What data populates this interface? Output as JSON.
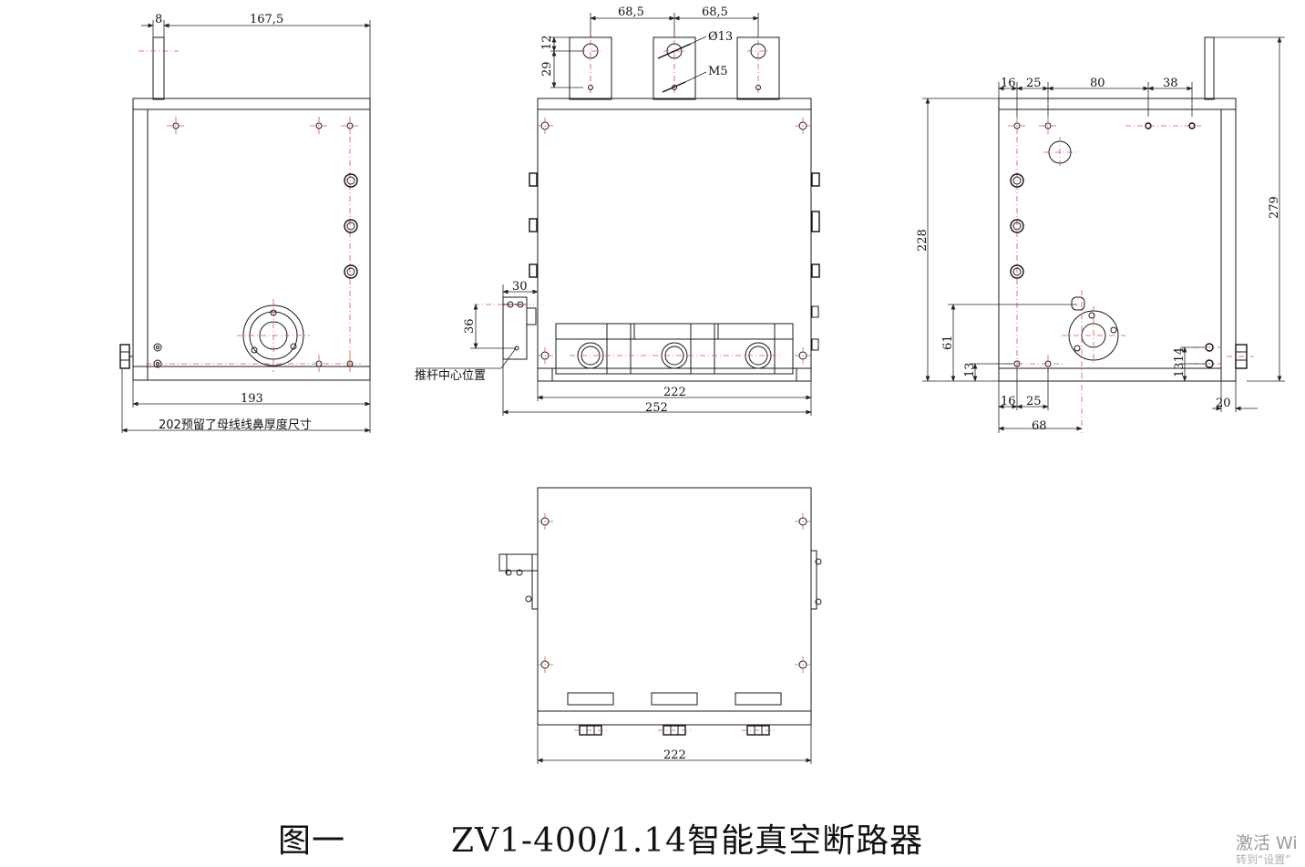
{
  "caption": {
    "figure_label": "图一",
    "title": "ZV1-400/1.14智能真空断路器"
  },
  "watermark": {
    "line1": "激活 Wi",
    "line2": "转到“设置”"
  },
  "colors": {
    "line": "#1a1a1a",
    "centerline": "#e05050",
    "background": "#ffffff"
  },
  "left_view": {
    "dim_8": "8",
    "dim_167_5": "167,5",
    "dim_193": "193",
    "dim_202_note": "202预留了母线线鼻厚度尺寸"
  },
  "front_view": {
    "dim_68_5_a": "68,5",
    "dim_68_5_b": "68,5",
    "dim_d13": "Ø13",
    "dim_m5": "M5",
    "dim_12": "12",
    "dim_29": "29",
    "dim_30": "30",
    "dim_36": "36",
    "push_rod_note": "推杆中心位置",
    "dim_222": "222",
    "dim_252": "252"
  },
  "right_view": {
    "dim_16_top": "16",
    "dim_25_top": "25",
    "dim_80": "80",
    "dim_38": "38",
    "dim_228": "228",
    "dim_279": "279",
    "dim_61": "61",
    "dim_13": "13",
    "dim_13_14": "1314",
    "dim_16_bot": "16",
    "dim_25_bot": "25",
    "dim_68": "68",
    "dim_20": "20"
  },
  "bottom_view": {
    "dim_222": "222"
  }
}
